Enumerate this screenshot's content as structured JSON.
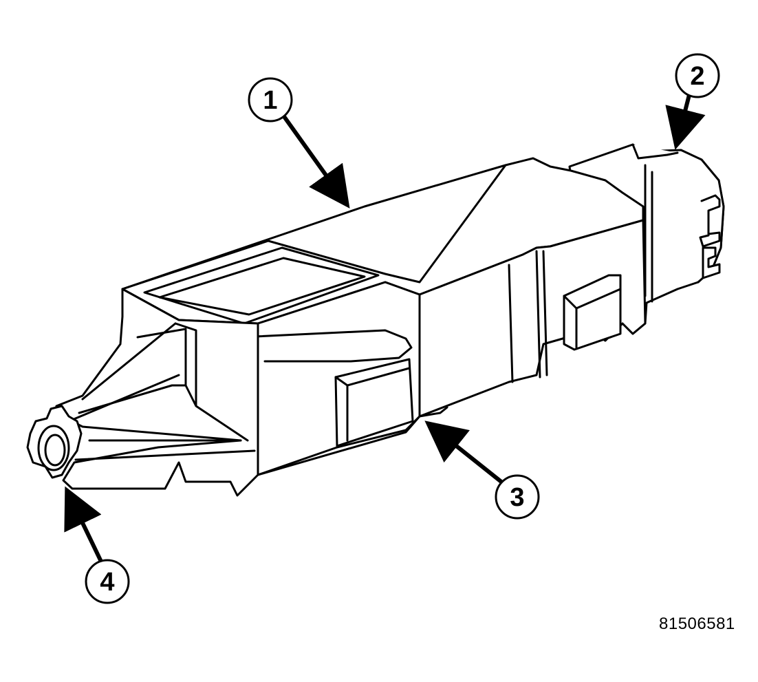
{
  "figure": {
    "callouts": [
      {
        "label": "1"
      },
      {
        "label": "2"
      },
      {
        "label": "3"
      },
      {
        "label": "4"
      }
    ],
    "figure_id": "81506581"
  },
  "colors": {
    "line": "#000000",
    "fill": "#ffffff"
  }
}
